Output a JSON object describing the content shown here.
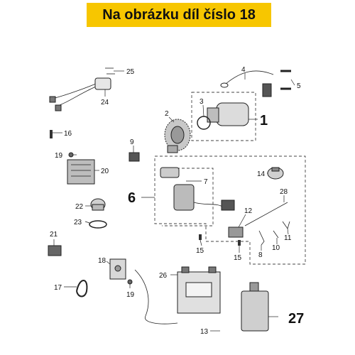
{
  "header": {
    "title": "Na obrázku díl číslo 18",
    "background": "#f7c600"
  },
  "callouts": {
    "c1": "1",
    "c2": "2",
    "c3": "3",
    "c4": "4",
    "c5": "5",
    "c6": "6",
    "c7": "7",
    "c8": "8",
    "c9": "9",
    "c10": "10",
    "c11": "11",
    "c12": "12",
    "c13": "13",
    "c14": "14",
    "c15a": "15",
    "c15b": "15",
    "c16": "16",
    "c17": "17",
    "c18": "18",
    "c19a": "19",
    "c19b": "19",
    "c20": "20",
    "c21": "21",
    "c22": "22",
    "c23": "23",
    "c24": "24",
    "c25": "25",
    "c26": "26",
    "c27": "27",
    "c28": "28"
  }
}
